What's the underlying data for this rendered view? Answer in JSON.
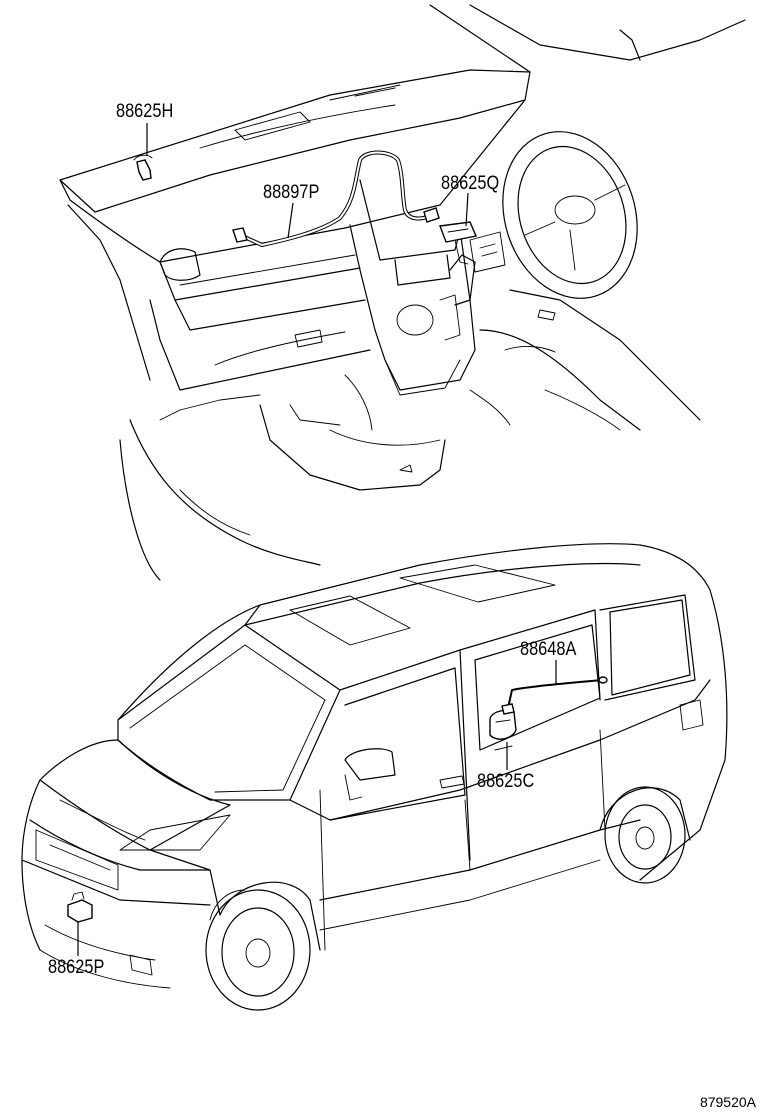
{
  "diagram": {
    "parts": [
      {
        "id": "h",
        "label": "88625H"
      },
      {
        "id": "p97",
        "label": "88897P"
      },
      {
        "id": "q",
        "label": "88625Q"
      },
      {
        "id": "a",
        "label": "88648A"
      },
      {
        "id": "c",
        "label": "88625C"
      },
      {
        "id": "p",
        "label": "88625P"
      }
    ],
    "code": "879520A"
  }
}
